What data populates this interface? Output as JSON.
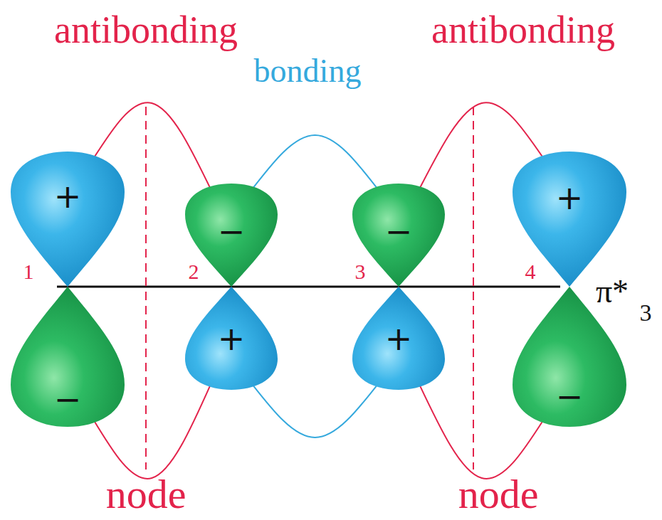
{
  "diagram": {
    "nodes": [
      {
        "text": [
          "+"
        ]
      },
      {
        "text": [
          "−"
        ]
      },
      {
        "text": [
          "−"
        ]
      },
      {
        "text": [
          "+"
        ]
      },
      {
        "text": [
          "−"
        ]
      },
      {
        "text": [
          "+"
        ]
      },
      {
        "text": [
          "+"
        ]
      },
      {
        "text": [
          "−"
        ]
      }
    ],
    "edges": [
      {
        "from": 0,
        "to": 2,
        "arrow": "none"
      },
      {
        "from": 2,
        "to": 4,
        "arrow": "none"
      },
      {
        "from": 4,
        "to": 6,
        "arrow": "none"
      },
      {
        "from": 1,
        "to": 3,
        "arrow": "none"
      },
      {
        "from": 3,
        "to": 5,
        "arrow": "none"
      },
      {
        "from": 5,
        "to": 7,
        "arrow": "none"
      }
    ],
    "labels": [
      "antibonding",
      "antibonding",
      "bonding",
      "1",
      "2",
      "3",
      "4",
      "π*",
      "3",
      "node",
      "node"
    ]
  }
}
